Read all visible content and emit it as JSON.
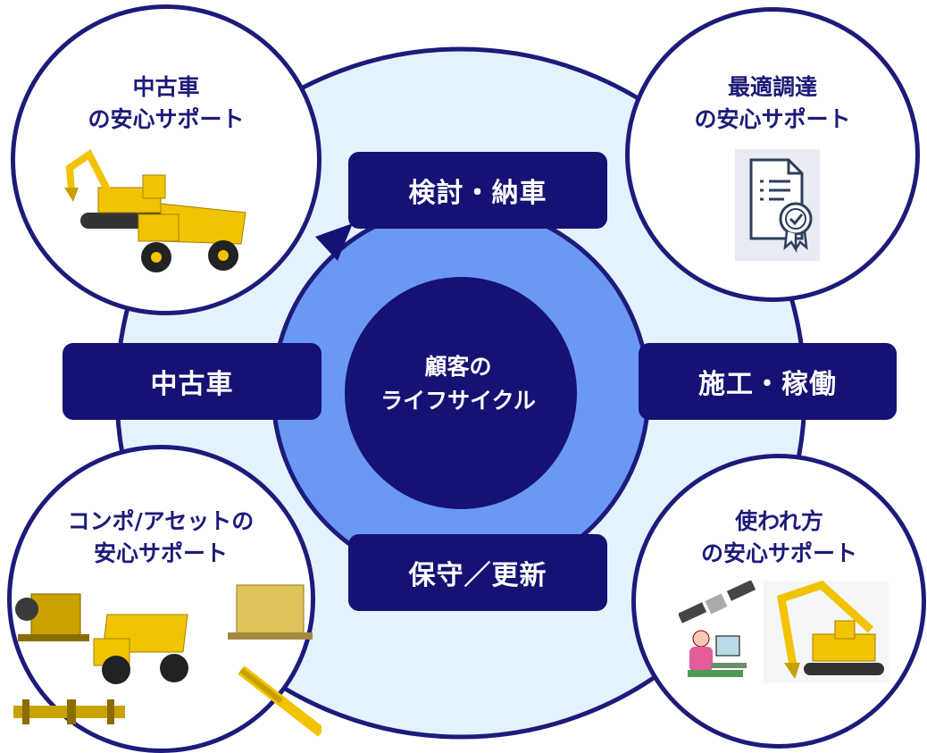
{
  "center": {
    "line1": "顧客の",
    "line2": "ライフサイクル"
  },
  "stages": {
    "top": "検討・納車",
    "right": "施工・稼働",
    "bottom": "保守／更新",
    "left": "中古車"
  },
  "corners": {
    "top_left": {
      "line1": "中古車",
      "line2": "の安心サポート"
    },
    "top_right": {
      "line1": "最適調達",
      "line2": "の安心サポート"
    },
    "bottom_left": {
      "line1": "コンポ/アセットの",
      "line2": "安心サポート"
    },
    "bottom_right": {
      "line1": "使われ方",
      "line2": "の安心サポート"
    }
  },
  "colors": {
    "navy": "#151273",
    "circle_border": "#1d1b7a",
    "ring_blue": "#6b98f4",
    "outer_pale": "#e3f2fd",
    "machine_yellow": "#f2c300"
  },
  "icons": {
    "top_left": [
      "excavator-icon",
      "dump-truck-icon"
    ],
    "top_right": [
      "certificate-document-icon"
    ],
    "bottom_left": [
      "engine-icon",
      "dump-truck-icon",
      "component-crate-icon",
      "drive-shaft-icon",
      "hydraulic-cylinder-icon"
    ],
    "bottom_right": [
      "satellite-icon",
      "operator-at-computer-icon",
      "excavator-icon"
    ]
  }
}
